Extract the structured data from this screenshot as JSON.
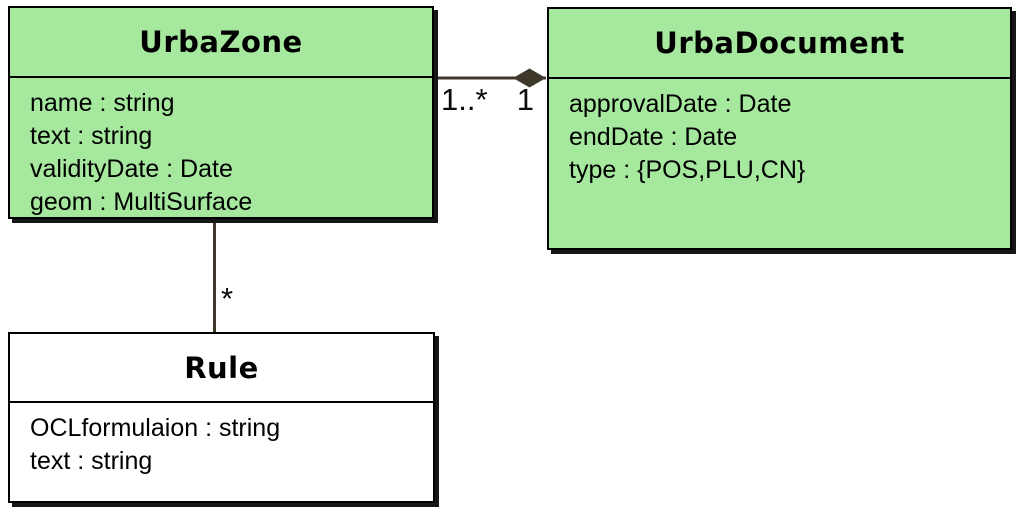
{
  "diagram": {
    "type": "uml-class-diagram",
    "background": "#ffffff",
    "colors": {
      "class_fill_green": "#a5e89e",
      "class_fill_white": "#ffffff",
      "border": "#000000",
      "edge_line": "#3e382a",
      "text": "#000000"
    },
    "classes": [
      {
        "name": "UrbaZone",
        "fill": "#a5e89e",
        "attributes": [
          "name : string",
          "text : string",
          "validityDate : Date",
          "geom : MultiSurface"
        ]
      },
      {
        "name": "UrbaDocument",
        "fill": "#a5e89e",
        "attributes": [
          "approvalDate : Date",
          "endDate : Date",
          "type : {POS,PLU,CN}"
        ]
      },
      {
        "name": "Rule",
        "fill": "#ffffff",
        "attributes": [
          "OCLformulaion : string",
          "text : string"
        ]
      }
    ],
    "associations": [
      {
        "from": "UrbaZone",
        "to": "UrbaDocument",
        "kind": "composition",
        "diamond_end": "UrbaDocument",
        "multiplicity_from": "1..*",
        "multiplicity_to": "1"
      },
      {
        "from": "UrbaZone",
        "to": "Rule",
        "kind": "association",
        "multiplicity_at_rule": "*"
      }
    ]
  }
}
